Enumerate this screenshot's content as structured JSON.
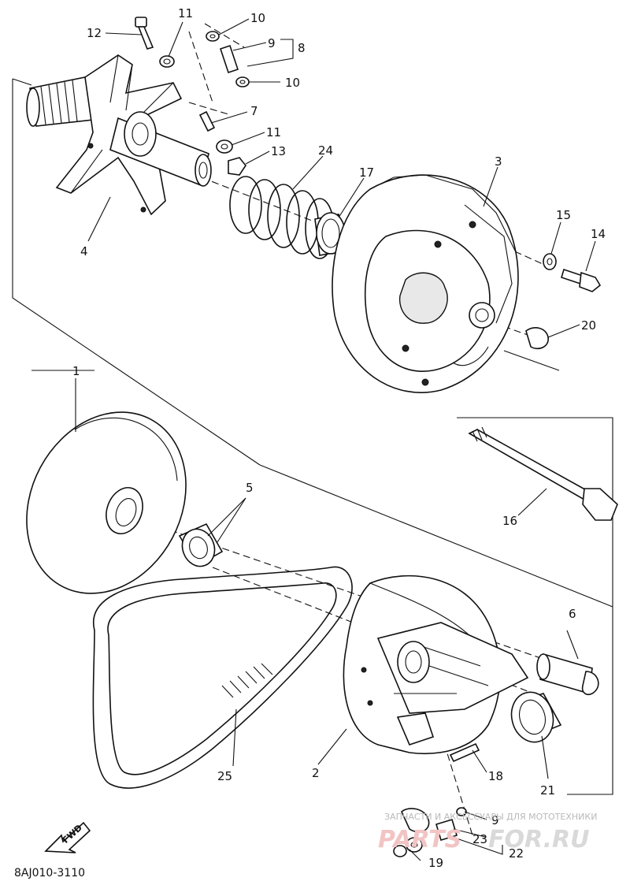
{
  "diagram": {
    "code": "8AJ010-3110",
    "fwd": "FWD",
    "labels": {
      "p1": "1",
      "p2": "2",
      "p3": "3",
      "p4": "4",
      "p5": "5",
      "p6": "6",
      "p7": "7",
      "p8": "8",
      "p9a": "9",
      "p9b": "9",
      "p10a": "10",
      "p10b": "10",
      "p11a": "11",
      "p11b": "11",
      "p12": "12",
      "p13": "13",
      "p14": "14",
      "p15": "15",
      "p16": "16",
      "p17": "17",
      "p18": "18",
      "p19": "19",
      "p20": "20",
      "p21": "21",
      "p22": "22",
      "p23": "23",
      "p24": "24",
      "p25": "25"
    }
  },
  "watermark": {
    "subtitle": "ЗАПЧАСТИ И АКСЕССУАРЫ ДЛЯ МОТОТЕХНИКИ",
    "brand_a": "PARTS",
    "brand_b": "FOR.RU"
  }
}
